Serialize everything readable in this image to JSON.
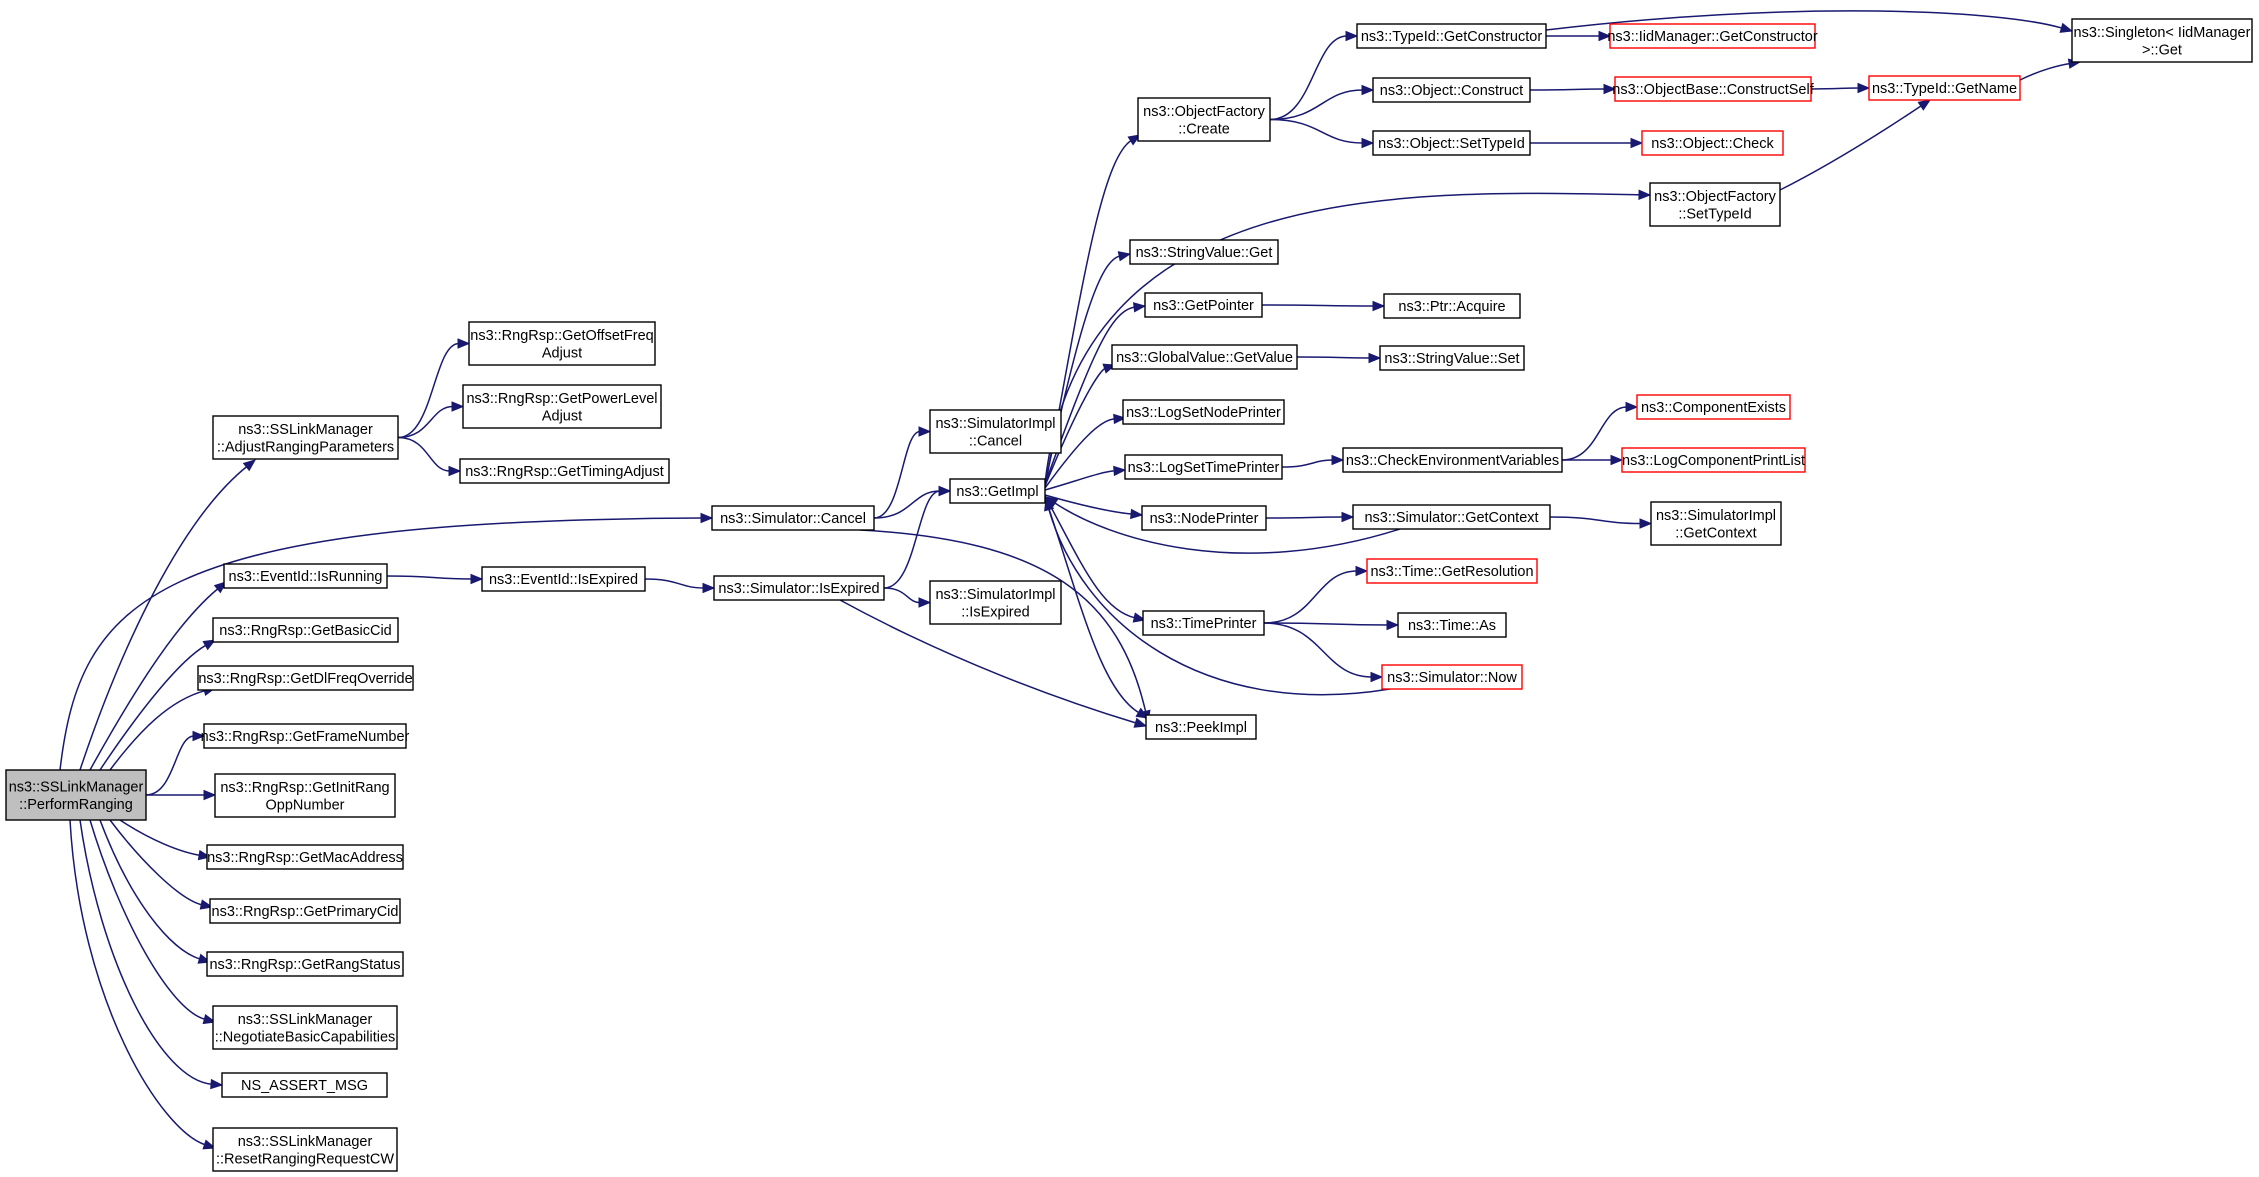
{
  "colors": {
    "edge": "#191970",
    "root_fill": "#bfbfbf",
    "node_border": "#000000",
    "truncated_border": "#ff0000",
    "node_fill": "#ffffff"
  },
  "nodes": [
    {
      "id": "root",
      "lines": [
        "ns3::SSLinkManager",
        "::PerformRanging"
      ],
      "style": "root"
    },
    {
      "id": "adjust",
      "lines": [
        "ns3::SSLinkManager",
        "::AdjustRangingParameters"
      ],
      "style": "normal"
    },
    {
      "id": "offset",
      "lines": [
        "ns3::RngRsp::GetOffsetFreq",
        "Adjust"
      ],
      "style": "normal"
    },
    {
      "id": "power",
      "lines": [
        "ns3::RngRsp::GetPowerLevel",
        "Adjust"
      ],
      "style": "normal"
    },
    {
      "id": "timing",
      "lines": [
        "ns3::RngRsp::GetTimingAdjust"
      ],
      "style": "normal"
    },
    {
      "id": "simcancel",
      "lines": [
        "ns3::Simulator::Cancel"
      ],
      "style": "normal"
    },
    {
      "id": "isrunning",
      "lines": [
        "ns3::EventId::IsRunning"
      ],
      "style": "normal"
    },
    {
      "id": "evexpired",
      "lines": [
        "ns3::EventId::IsExpired"
      ],
      "style": "normal"
    },
    {
      "id": "simexpired",
      "lines": [
        "ns3::Simulator::IsExpired"
      ],
      "style": "normal"
    },
    {
      "id": "basiccid",
      "lines": [
        "ns3::RngRsp::GetBasicCid"
      ],
      "style": "normal"
    },
    {
      "id": "dlfreq",
      "lines": [
        "ns3::RngRsp::GetDlFreqOverride"
      ],
      "style": "normal"
    },
    {
      "id": "framenum",
      "lines": [
        "ns3::RngRsp::GetFrameNumber"
      ],
      "style": "normal"
    },
    {
      "id": "initrang",
      "lines": [
        "ns3::RngRsp::GetInitRang",
        "OppNumber"
      ],
      "style": "normal"
    },
    {
      "id": "mac",
      "lines": [
        "ns3::RngRsp::GetMacAddress"
      ],
      "style": "normal"
    },
    {
      "id": "primcid",
      "lines": [
        "ns3::RngRsp::GetPrimaryCid"
      ],
      "style": "normal"
    },
    {
      "id": "rangstatus",
      "lines": [
        "ns3::RngRsp::GetRangStatus"
      ],
      "style": "normal"
    },
    {
      "id": "negotiate",
      "lines": [
        "ns3::SSLinkManager",
        "::NegotiateBasicCapabilities"
      ],
      "style": "normal"
    },
    {
      "id": "assert",
      "lines": [
        "NS_ASSERT_MSG"
      ],
      "style": "normal"
    },
    {
      "id": "resetcw",
      "lines": [
        "ns3::SSLinkManager",
        "::ResetRangingRequestCW"
      ],
      "style": "normal"
    },
    {
      "id": "implcancel",
      "lines": [
        "ns3::SimulatorImpl",
        "::Cancel"
      ],
      "style": "normal"
    },
    {
      "id": "getimpl",
      "lines": [
        "ns3::GetImpl"
      ],
      "style": "normal"
    },
    {
      "id": "implexpired",
      "lines": [
        "ns3::SimulatorImpl",
        "::IsExpired"
      ],
      "style": "normal"
    },
    {
      "id": "peekimpl",
      "lines": [
        "ns3::PeekImpl"
      ],
      "style": "normal"
    },
    {
      "id": "ofcreate",
      "lines": [
        "ns3::ObjectFactory",
        "::Create"
      ],
      "style": "normal"
    },
    {
      "id": "strget",
      "lines": [
        "ns3::StringValue::Get"
      ],
      "style": "normal"
    },
    {
      "id": "getpointer",
      "lines": [
        "ns3::GetPointer"
      ],
      "style": "normal"
    },
    {
      "id": "gvget",
      "lines": [
        "ns3::GlobalValue::GetValue"
      ],
      "style": "normal"
    },
    {
      "id": "lognode",
      "lines": [
        "ns3::LogSetNodePrinter"
      ],
      "style": "normal"
    },
    {
      "id": "logtime",
      "lines": [
        "ns3::LogSetTimePrinter"
      ],
      "style": "normal"
    },
    {
      "id": "nodeprinter",
      "lines": [
        "ns3::NodePrinter"
      ],
      "style": "normal"
    },
    {
      "id": "timeprinter",
      "lines": [
        "ns3::TimePrinter"
      ],
      "style": "normal"
    },
    {
      "id": "tidgetctor",
      "lines": [
        "ns3::TypeId::GetConstructor"
      ],
      "style": "normal"
    },
    {
      "id": "objconstruct",
      "lines": [
        "ns3::Object::Construct"
      ],
      "style": "normal"
    },
    {
      "id": "objsettid",
      "lines": [
        "ns3::Object::SetTypeId"
      ],
      "style": "normal"
    },
    {
      "id": "ofsettid",
      "lines": [
        "ns3::ObjectFactory",
        "::SetTypeId"
      ],
      "style": "normal"
    },
    {
      "id": "ptracquire",
      "lines": [
        "ns3::Ptr::Acquire"
      ],
      "style": "normal"
    },
    {
      "id": "strset",
      "lines": [
        "ns3::StringValue::Set"
      ],
      "style": "normal"
    },
    {
      "id": "checkenv",
      "lines": [
        "ns3::CheckEnvironmentVariables"
      ],
      "style": "normal"
    },
    {
      "id": "simcontext",
      "lines": [
        "ns3::Simulator::GetContext"
      ],
      "style": "normal"
    },
    {
      "id": "getres",
      "lines": [
        "ns3::Time::GetResolution"
      ],
      "style": "truncated"
    },
    {
      "id": "timeas",
      "lines": [
        "ns3::Time::As"
      ],
      "style": "normal"
    },
    {
      "id": "simnow",
      "lines": [
        "ns3::Simulator::Now"
      ],
      "style": "truncated"
    },
    {
      "id": "iidctor",
      "lines": [
        "ns3::IidManager::GetConstructor"
      ],
      "style": "truncated"
    },
    {
      "id": "constructself",
      "lines": [
        "ns3::ObjectBase::ConstructSelf"
      ],
      "style": "truncated"
    },
    {
      "id": "objcheck",
      "lines": [
        "ns3::Object::Check"
      ],
      "style": "truncated"
    },
    {
      "id": "compexists",
      "lines": [
        "ns3::ComponentExists"
      ],
      "style": "truncated"
    },
    {
      "id": "logprint",
      "lines": [
        "ns3::LogComponentPrintList"
      ],
      "style": "truncated"
    },
    {
      "id": "implcontext",
      "lines": [
        "ns3::SimulatorImpl",
        "::GetContext"
      ],
      "style": "normal"
    },
    {
      "id": "tidgetname",
      "lines": [
        "ns3::TypeId::GetName"
      ],
      "style": "truncated"
    },
    {
      "id": "singleton",
      "lines": [
        "ns3::Singleton< IidManager",
        " >::Get"
      ],
      "style": "normal"
    }
  ],
  "edges": [
    [
      "root",
      "adjust"
    ],
    [
      "root",
      "simcancel"
    ],
    [
      "root",
      "isrunning"
    ],
    [
      "root",
      "basiccid"
    ],
    [
      "root",
      "dlfreq"
    ],
    [
      "root",
      "framenum"
    ],
    [
      "root",
      "initrang"
    ],
    [
      "root",
      "mac"
    ],
    [
      "root",
      "primcid"
    ],
    [
      "root",
      "rangstatus"
    ],
    [
      "root",
      "negotiate"
    ],
    [
      "root",
      "assert"
    ],
    [
      "root",
      "resetcw"
    ],
    [
      "adjust",
      "offset"
    ],
    [
      "adjust",
      "power"
    ],
    [
      "adjust",
      "timing"
    ],
    [
      "simcancel",
      "implcancel"
    ],
    [
      "simcancel",
      "getimpl"
    ],
    [
      "simcancel",
      "peekimpl"
    ],
    [
      "isrunning",
      "evexpired"
    ],
    [
      "evexpired",
      "simexpired"
    ],
    [
      "simexpired",
      "getimpl"
    ],
    [
      "simexpired",
      "implexpired"
    ],
    [
      "simexpired",
      "peekimpl"
    ],
    [
      "getimpl",
      "ofcreate"
    ],
    [
      "getimpl",
      "strget"
    ],
    [
      "getimpl",
      "getpointer"
    ],
    [
      "getimpl",
      "gvget"
    ],
    [
      "getimpl",
      "lognode"
    ],
    [
      "getimpl",
      "logtime"
    ],
    [
      "getimpl",
      "nodeprinter"
    ],
    [
      "getimpl",
      "timeprinter"
    ],
    [
      "getimpl",
      "ofsettid"
    ],
    [
      "getimpl",
      "peekimpl"
    ],
    [
      "ofcreate",
      "tidgetctor"
    ],
    [
      "ofcreate",
      "objconstruct"
    ],
    [
      "ofcreate",
      "objsettid"
    ],
    [
      "tidgetctor",
      "iidctor"
    ],
    [
      "tidgetctor",
      "singleton"
    ],
    [
      "objconstruct",
      "constructself"
    ],
    [
      "constructself",
      "tidgetname"
    ],
    [
      "objsettid",
      "objcheck"
    ],
    [
      "ofsettid",
      "tidgetname"
    ],
    [
      "tidgetname",
      "singleton"
    ],
    [
      "getpointer",
      "ptracquire"
    ],
    [
      "gvget",
      "strset"
    ],
    [
      "logtime",
      "checkenv"
    ],
    [
      "checkenv",
      "compexists"
    ],
    [
      "checkenv",
      "logprint"
    ],
    [
      "nodeprinter",
      "simcontext"
    ],
    [
      "simcontext",
      "implcontext"
    ],
    [
      "simcontext",
      "getimpl"
    ],
    [
      "timeprinter",
      "getres"
    ],
    [
      "timeprinter",
      "timeas"
    ],
    [
      "timeprinter",
      "simnow"
    ],
    [
      "simnow",
      "getimpl"
    ]
  ]
}
